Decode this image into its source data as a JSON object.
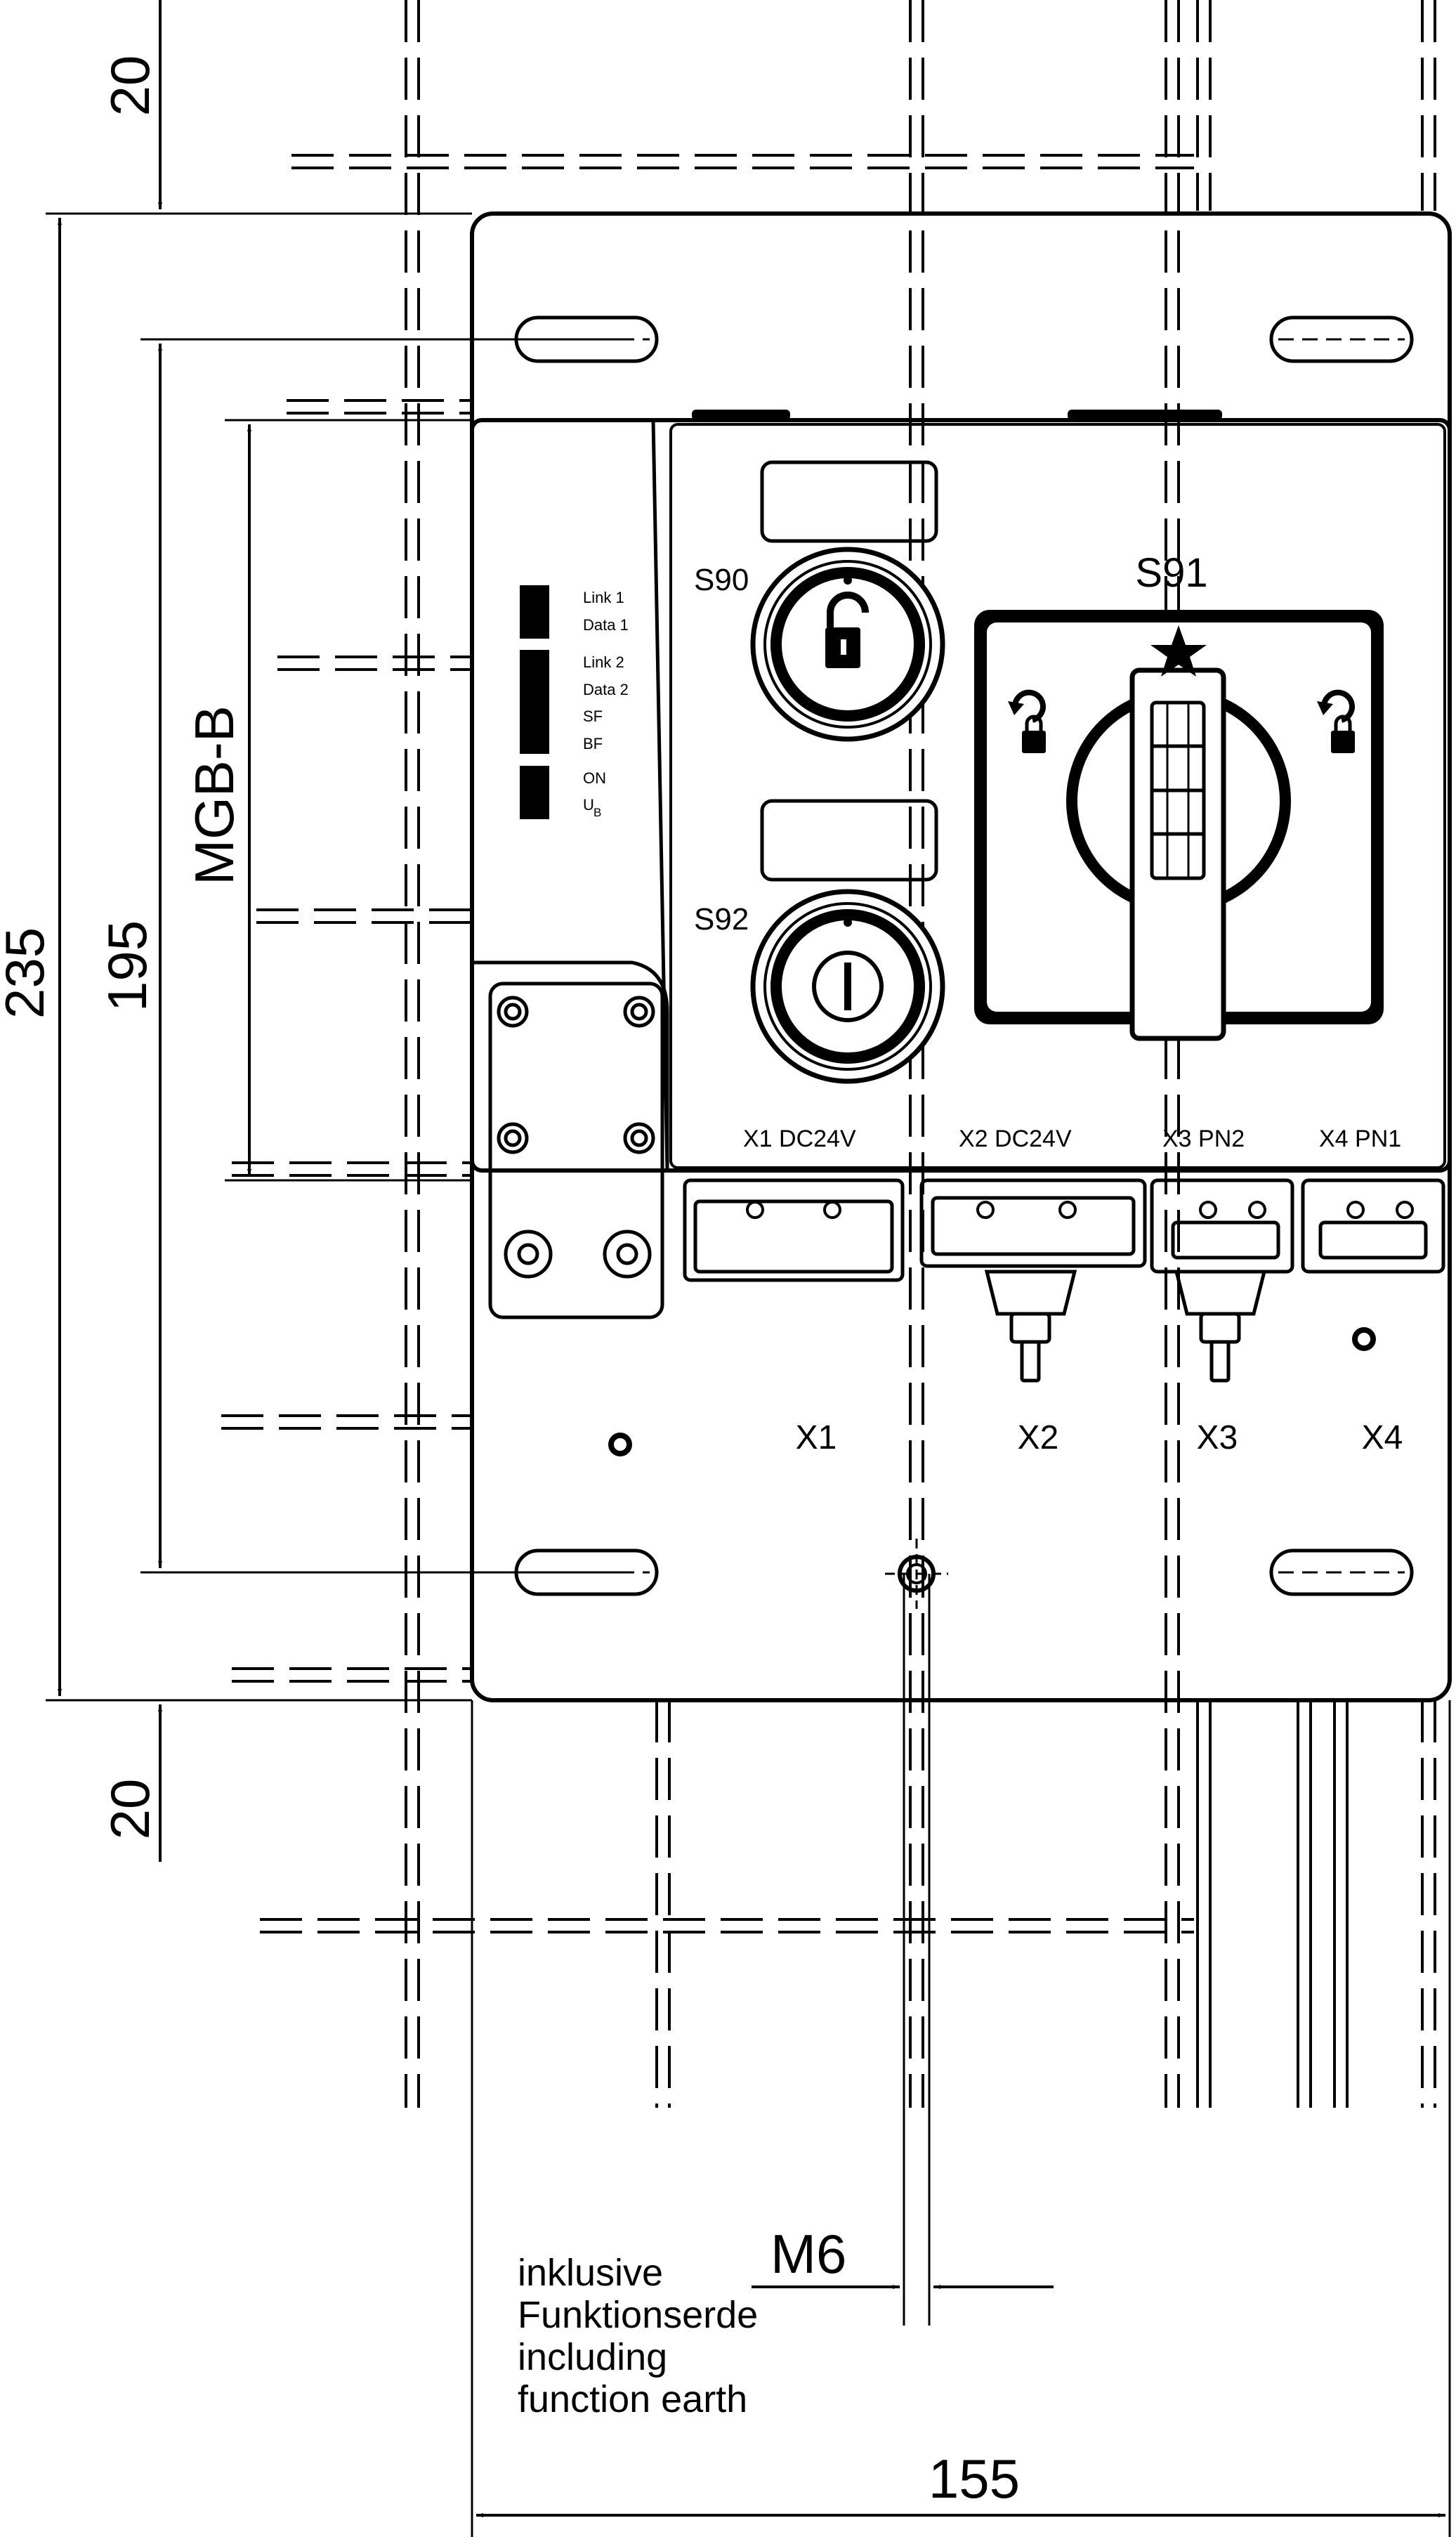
{
  "dimensions": {
    "top_margin": "20",
    "total_height": "235",
    "hole_spacing": "195",
    "bottom_margin": "20",
    "width": "155",
    "device_label": "MGB-B"
  },
  "switches": {
    "s90": "S90",
    "s91": "S91",
    "s92": "S92"
  },
  "leds": {
    "link1": "Link 1",
    "data1": "Data 1",
    "link2": "Link 2",
    "data2": "Data 2",
    "sf": "SF",
    "bf": "BF",
    "on": "ON",
    "ub_main": "U",
    "ub_sub": "B"
  },
  "connectors": {
    "x1_label": "X1  DC24V",
    "x2_label": "X2  DC24V",
    "x3_label": "X3  PN2",
    "x4_label": "X4  PN1",
    "x1": "X1",
    "x2": "X2",
    "x3": "X3",
    "x4": "X4"
  },
  "earth": {
    "thread": "M6",
    "line1": "inklusive",
    "line2": "Funktionserde",
    "line3": "including",
    "line4": "function earth"
  },
  "colors": {
    "line": "#000000",
    "background": "#ffffff"
  }
}
